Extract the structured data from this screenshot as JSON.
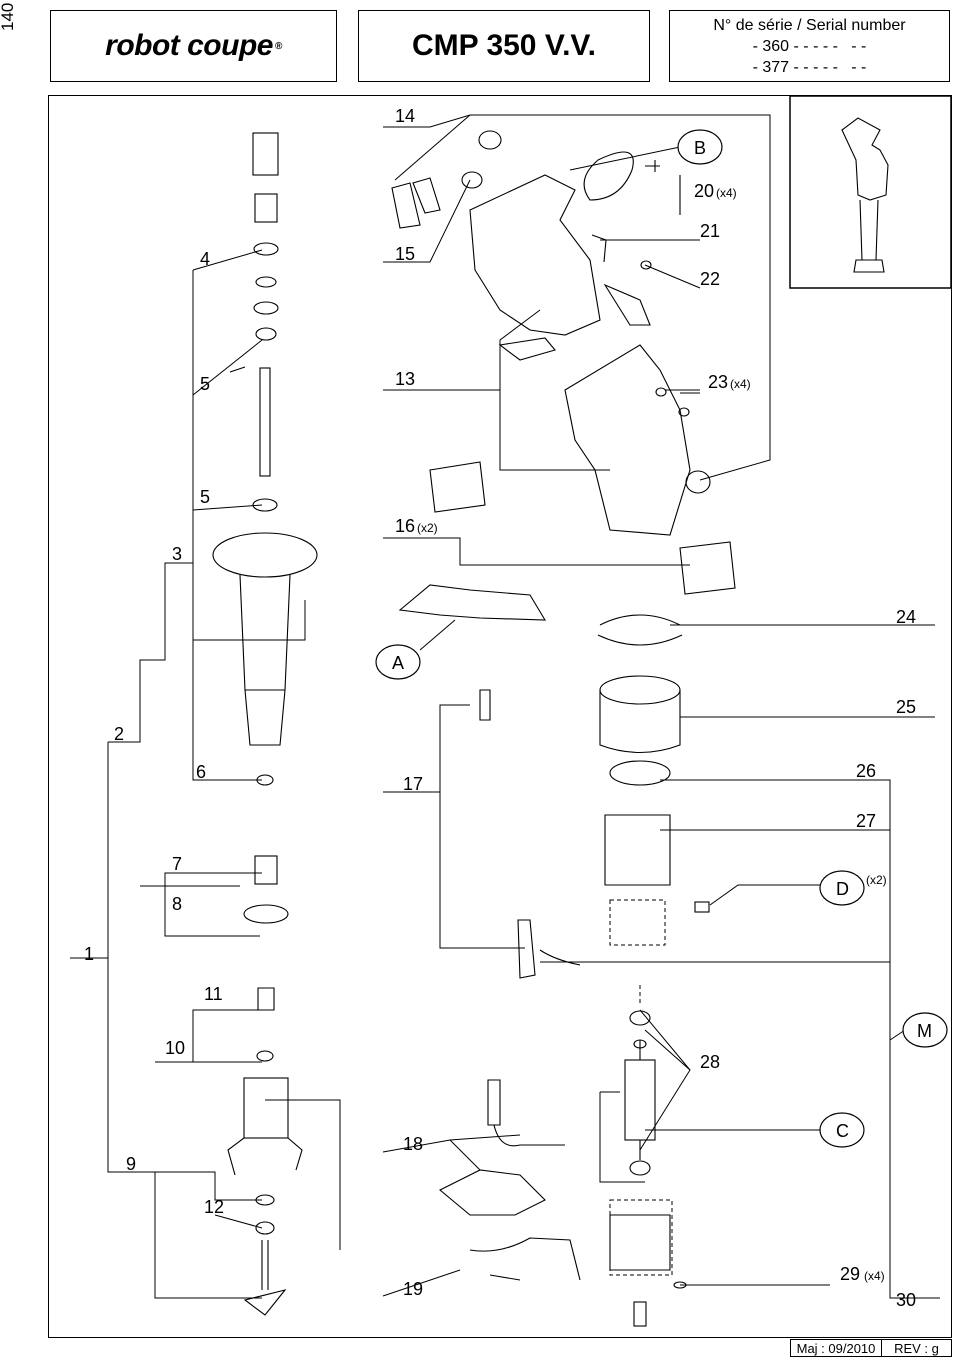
{
  "page_number": "140",
  "header": {
    "brand": "robot coupe",
    "model": "CMP 350 V.V.",
    "serial_title": "N° de série / Serial number",
    "serial_lines": [
      "- 360 - - - - -   - -",
      "- 377 - - - - -   - -"
    ]
  },
  "callouts": {
    "c1": "1",
    "c2": "2",
    "c3": "3",
    "c4": "4",
    "c5a": "5",
    "c5b": "5",
    "c6": "6",
    "c7": "7",
    "c8": "8",
    "c9": "9",
    "c10": "10",
    "c11": "11",
    "c12": "12",
    "c13": "13",
    "c14": "14",
    "c15": "15",
    "c16": "16",
    "c17": "17",
    "c18": "18",
    "c19": "19",
    "c20": "20",
    "c21": "21",
    "c22": "22",
    "c23": "23",
    "c24": "24",
    "c25": "25",
    "c26": "26",
    "c27": "27",
    "c28": "28",
    "c29": "29",
    "c30": "30",
    "cA": "A",
    "cB": "B",
    "cC": "C",
    "cD": "D",
    "cM": "M"
  },
  "quantities": {
    "q16": "(x2)",
    "q20": "(x4)",
    "q23": "(x4)",
    "qD": "(x2)",
    "q29": "(x4)"
  },
  "footer": {
    "date": "Maj : 09/2010",
    "rev": "REV : g"
  }
}
